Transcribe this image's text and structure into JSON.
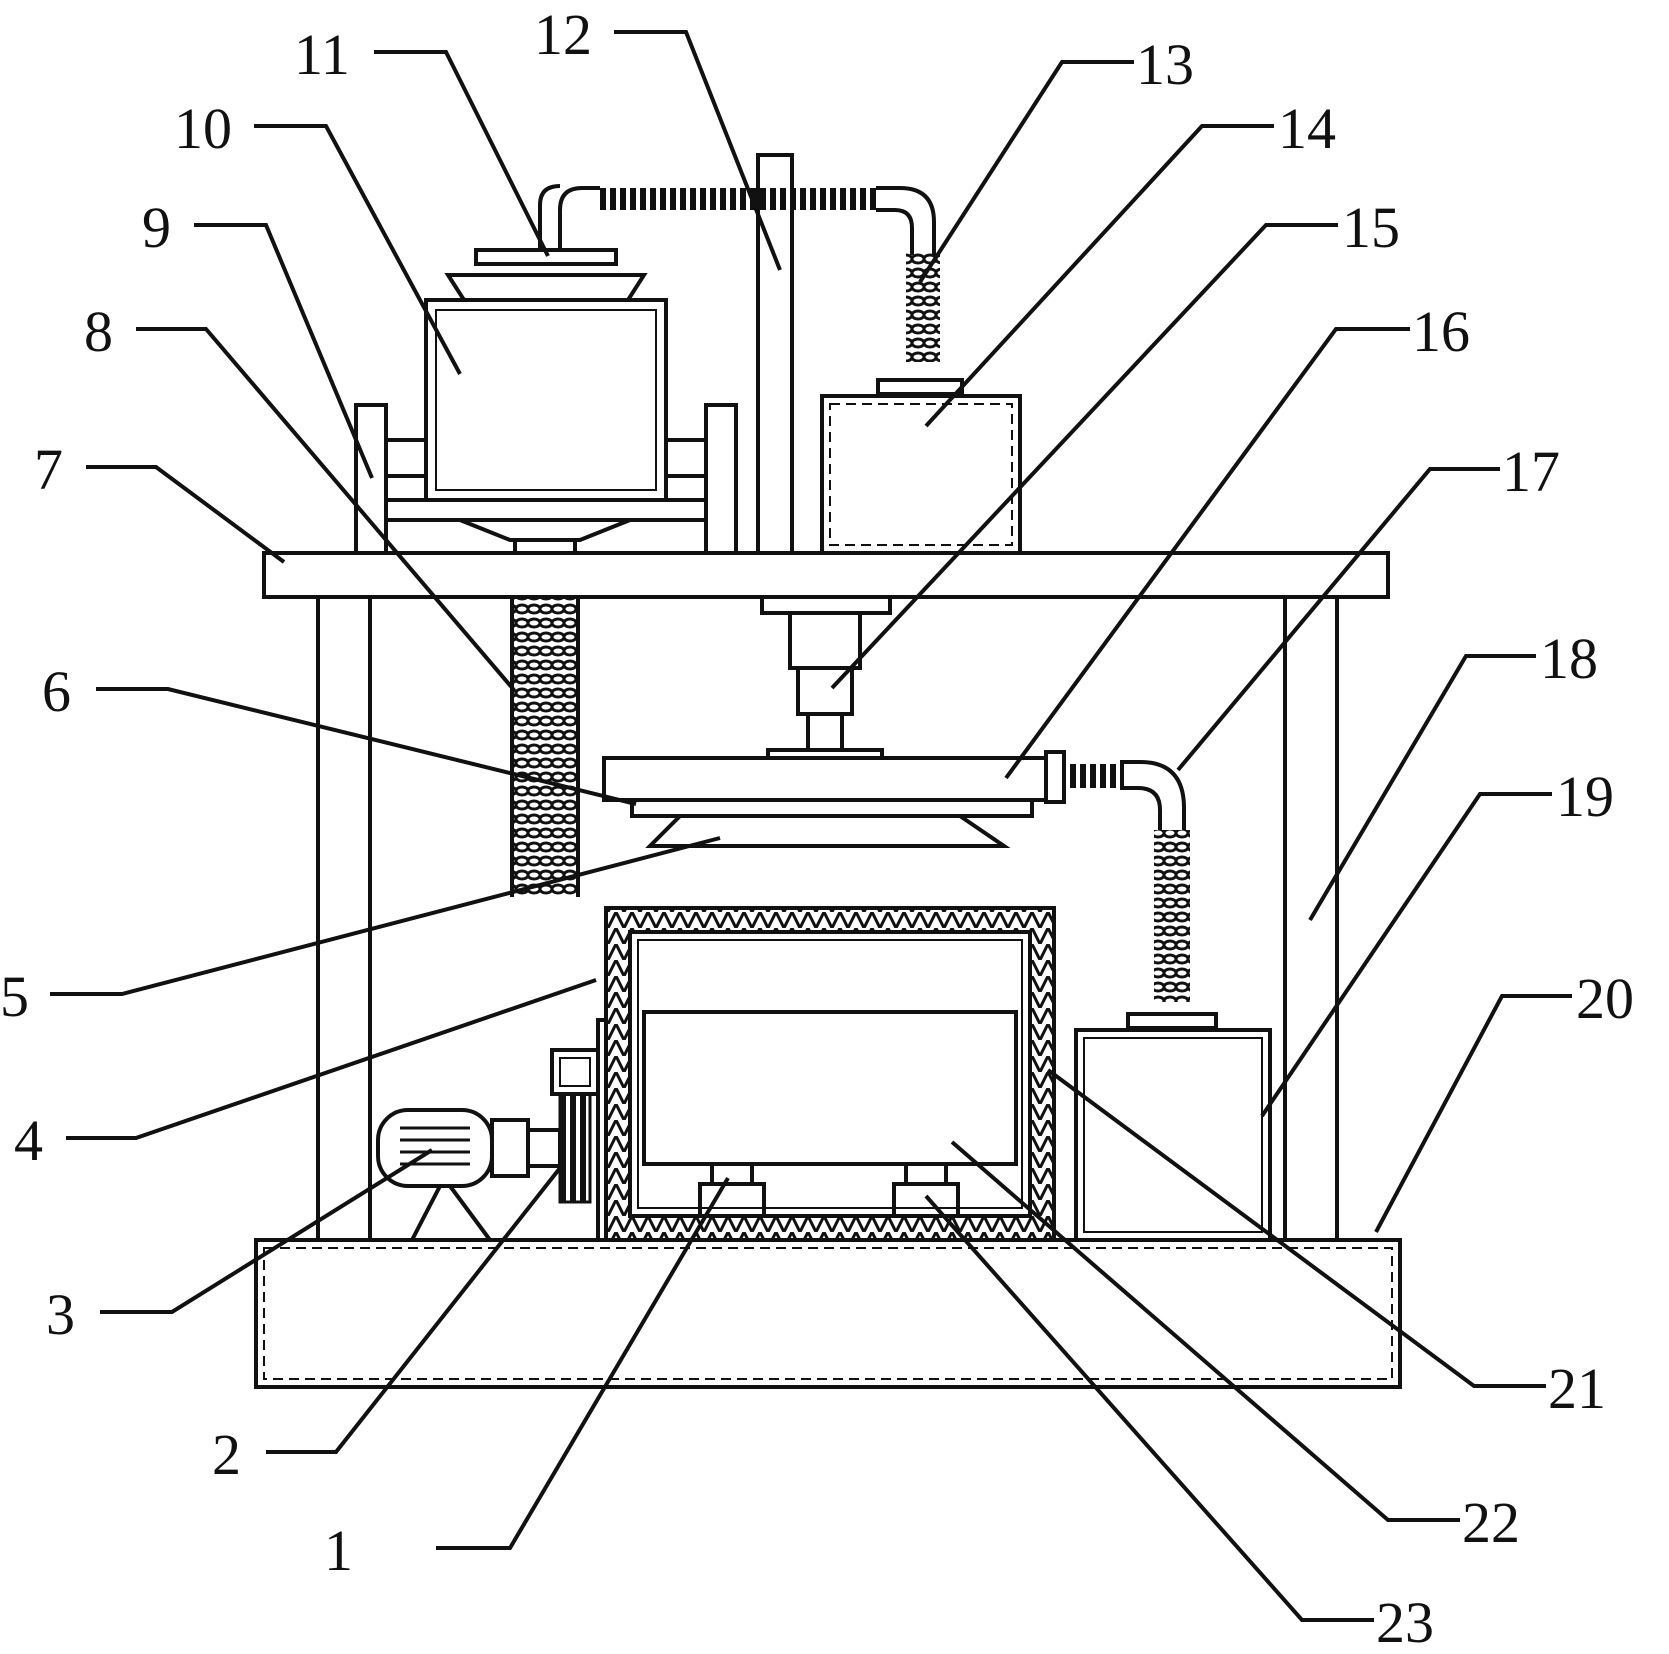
{
  "diagram": {
    "labels": [
      "1",
      "2",
      "3",
      "4",
      "5",
      "6",
      "7",
      "8",
      "9",
      "10",
      "11",
      "12",
      "13",
      "14",
      "15",
      "16",
      "17",
      "18",
      "19",
      "20",
      "21",
      "22",
      "23"
    ]
  },
  "colors": {
    "line": "#111111",
    "background": "#ffffff"
  }
}
